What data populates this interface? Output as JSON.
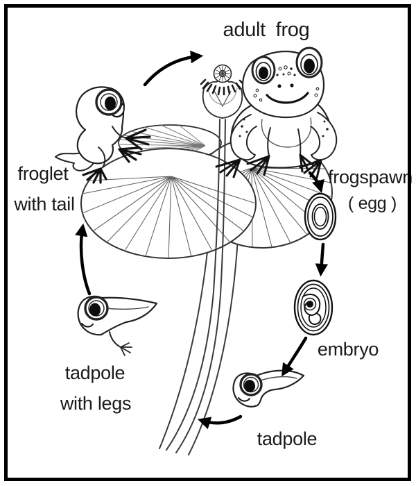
{
  "diagram": {
    "subject": "frog life cycle",
    "type": "cycle-diagram"
  },
  "labels": {
    "adult_frog": "adult frog",
    "frogspawn": "frogspawn",
    "frogspawn_sub": "( egg )",
    "embryo": "embryo",
    "tadpole": "tadpole",
    "tadpole_with_legs_1": "tadpole",
    "tadpole_with_legs_2": "with legs",
    "froglet_1": "froglet",
    "froglet_2": "with tail"
  },
  "cycle": [
    {
      "from": "froglet with tail",
      "to": "adult frog"
    },
    {
      "from": "adult frog",
      "to": "frogspawn (egg)"
    },
    {
      "from": "frogspawn (egg)",
      "to": "embryo"
    },
    {
      "from": "embryo",
      "to": "tadpole"
    },
    {
      "from": "tadpole",
      "to": "tadpole with legs"
    },
    {
      "from": "tadpole with legs",
      "to": "froglet with tail"
    }
  ],
  "colors": {
    "background": "#ffffff",
    "border": "#000000",
    "line_art": "#222222",
    "arrows": "#000000",
    "text": "#1a1a1a"
  }
}
